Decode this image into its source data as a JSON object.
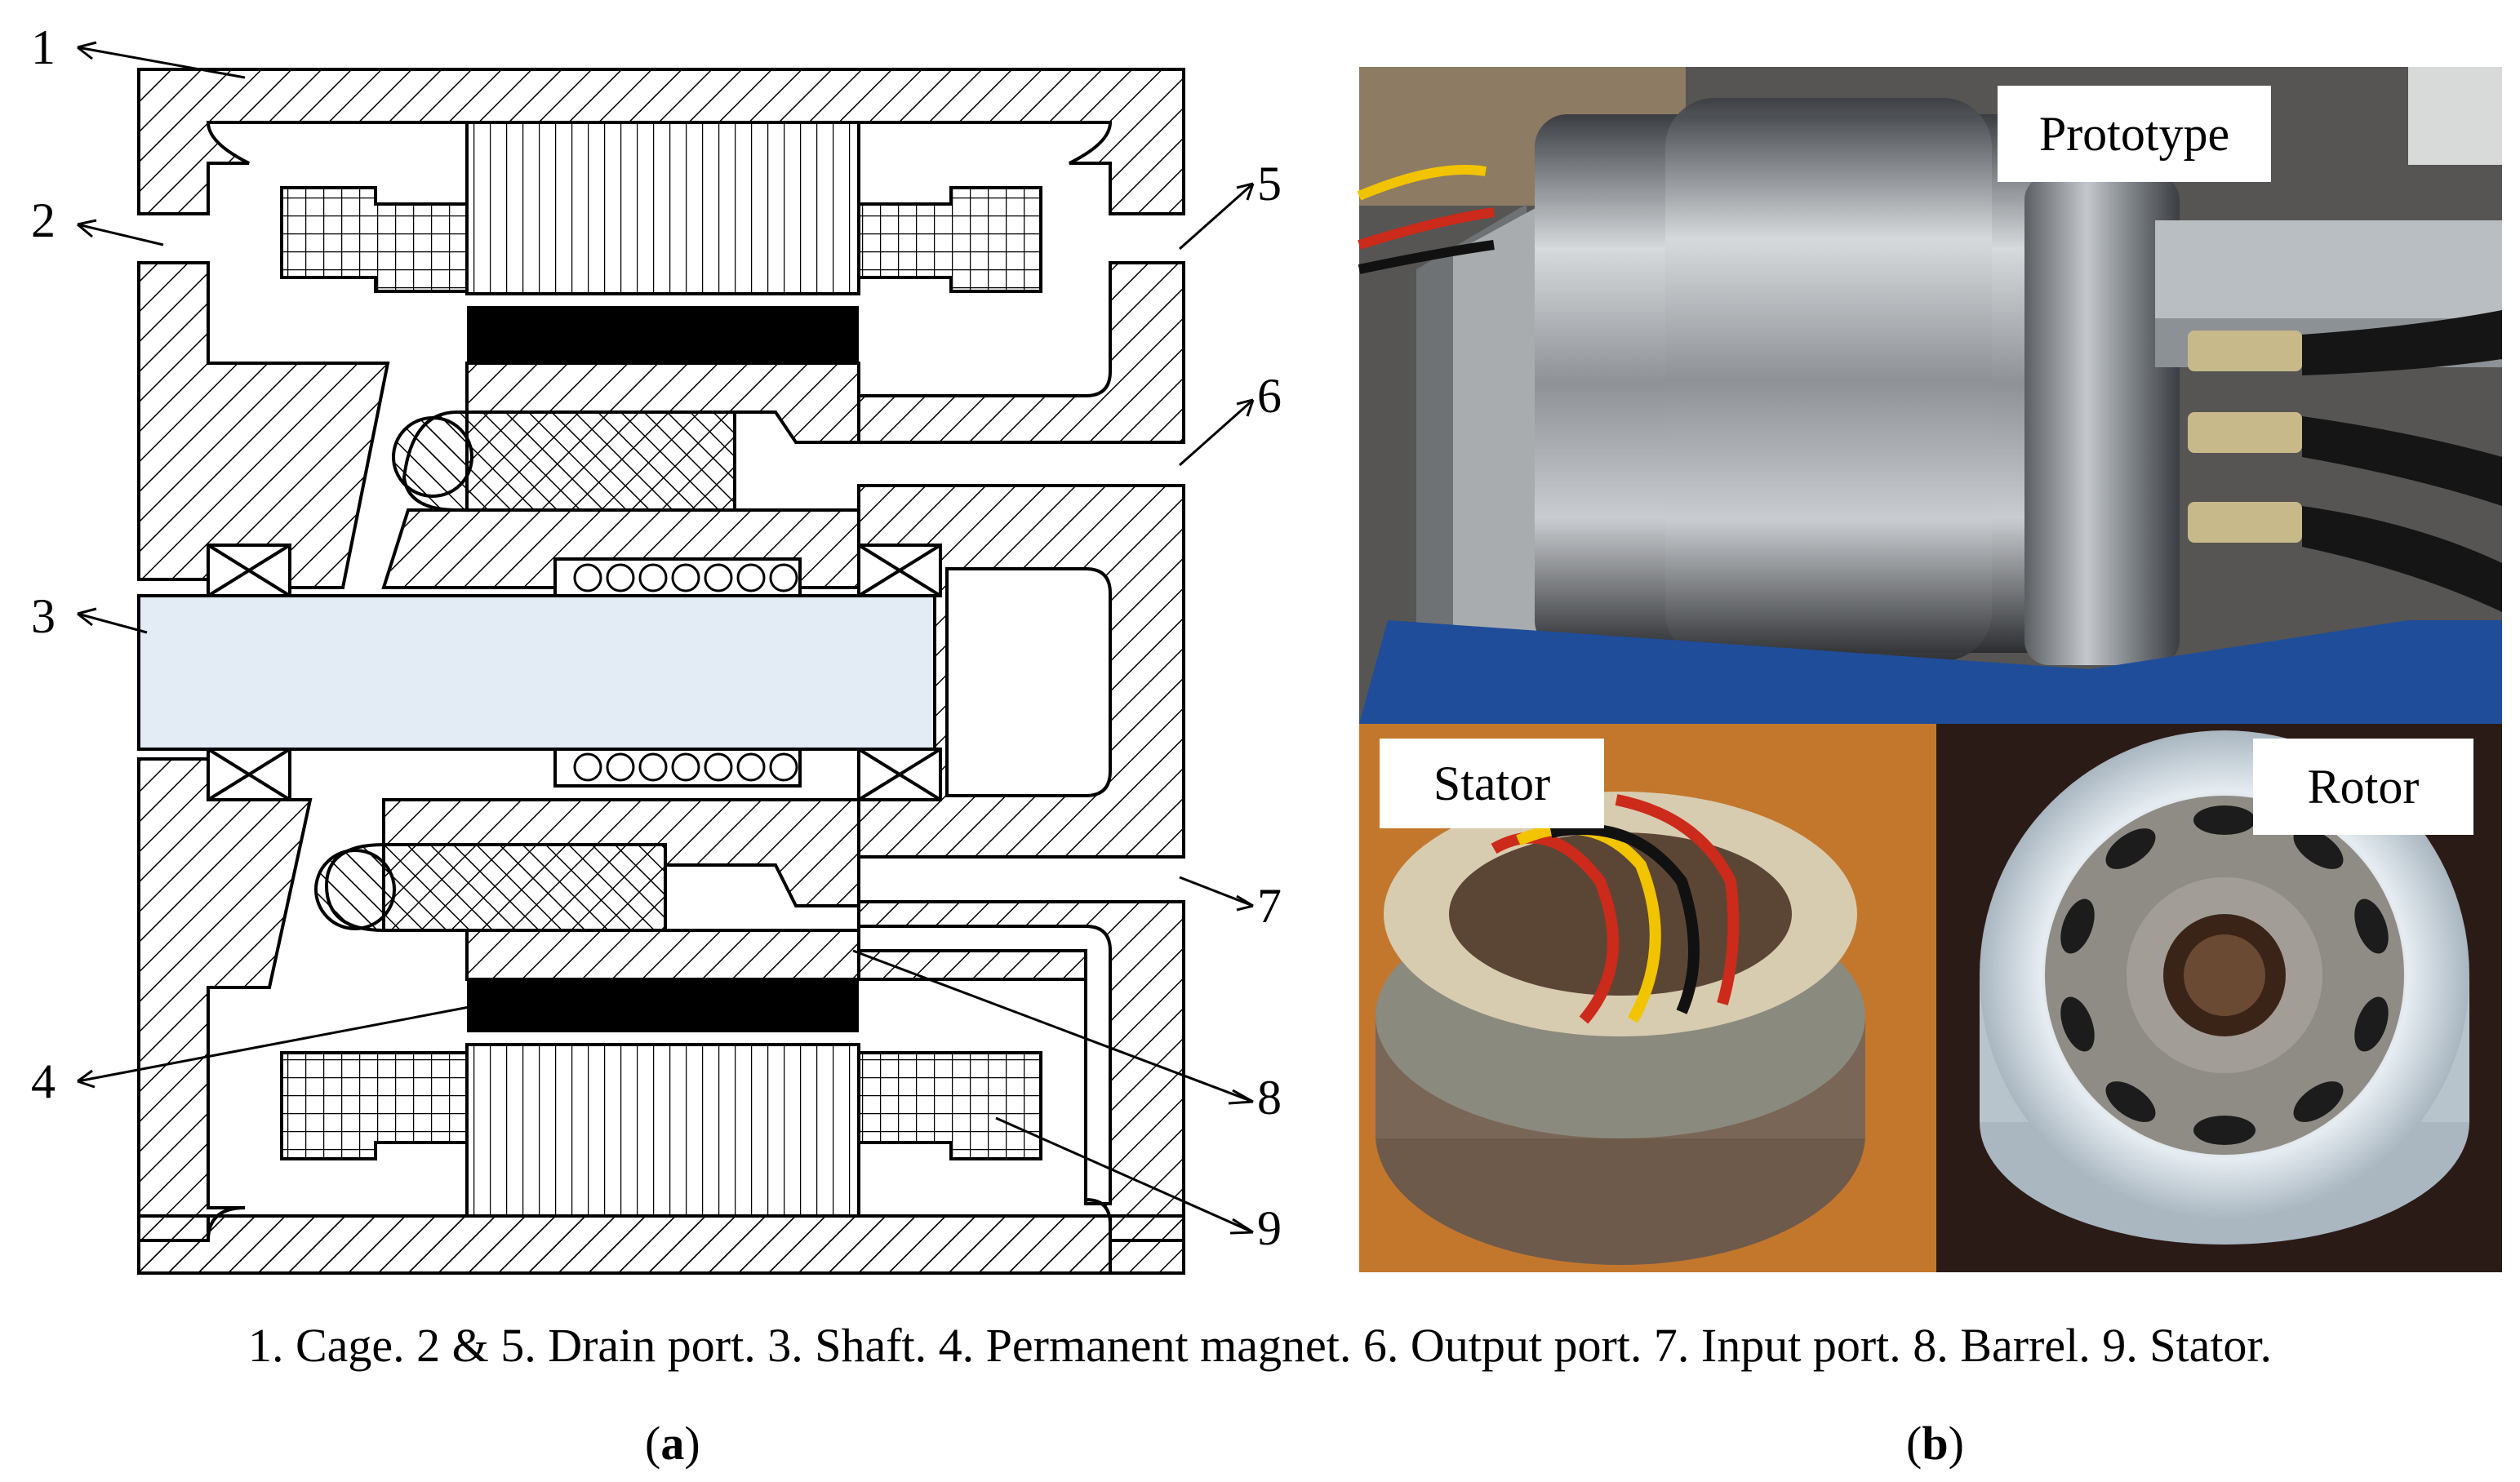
{
  "panel_a": {
    "callouts": [
      "1",
      "2",
      "3",
      "4",
      "5",
      "6",
      "7",
      "8",
      "9"
    ]
  },
  "panel_b": {
    "prototype_label": "Prototype",
    "stator_label": "Stator",
    "rotor_label": "Rotor"
  },
  "caption": "1. Cage. 2 & 5. Drain port. 3. Shaft. 4. Permanent magnet. 6. Output port. 7. Input port. 8. Barrel. 9. Stator.",
  "sublabels": {
    "a": "a",
    "b": "b"
  },
  "colors": {
    "shaft_fill": "#e3ebf5",
    "hatch": "#000000",
    "magnet": "#000000"
  }
}
